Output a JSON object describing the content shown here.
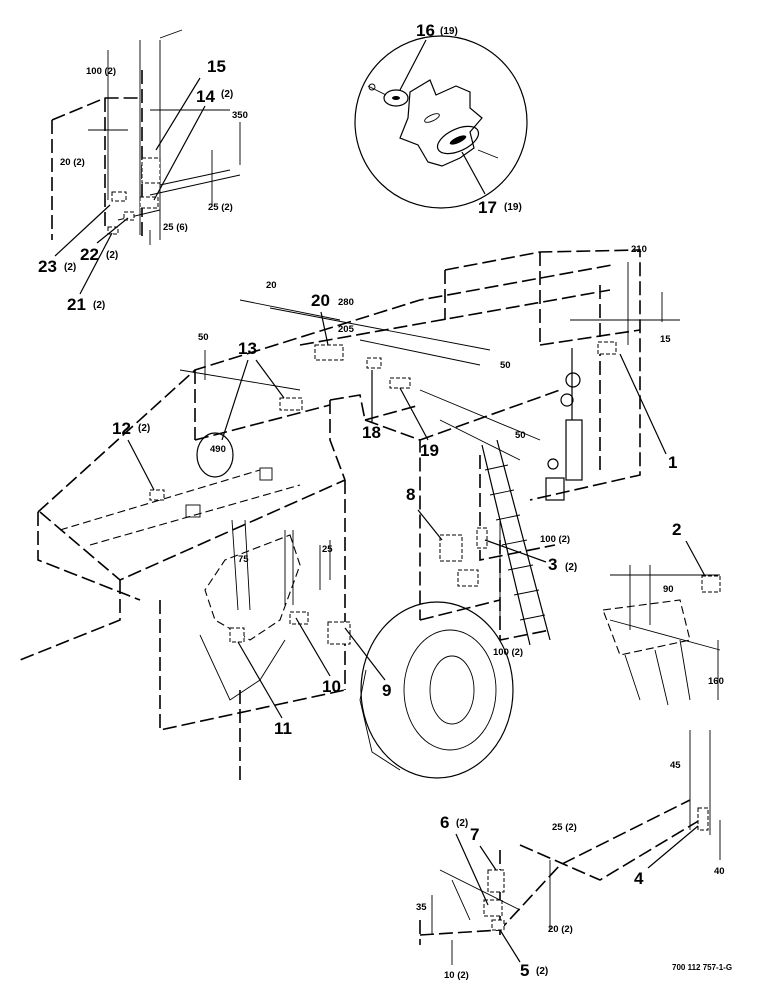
{
  "callouts": [
    {
      "num": "1",
      "qty": ""
    },
    {
      "num": "2",
      "qty": ""
    },
    {
      "num": "3",
      "qty": "(2)"
    },
    {
      "num": "4",
      "qty": ""
    },
    {
      "num": "5",
      "qty": "(2)"
    },
    {
      "num": "6",
      "qty": "(2)"
    },
    {
      "num": "7",
      "qty": ""
    },
    {
      "num": "8",
      "qty": ""
    },
    {
      "num": "9",
      "qty": ""
    },
    {
      "num": "10",
      "qty": ""
    },
    {
      "num": "11",
      "qty": ""
    },
    {
      "num": "12",
      "qty": "(2)"
    },
    {
      "num": "13",
      "qty": ""
    },
    {
      "num": "14",
      "qty": "(2)"
    },
    {
      "num": "15",
      "qty": ""
    },
    {
      "num": "16",
      "qty": "(19)"
    },
    {
      "num": "17",
      "qty": "(19)"
    },
    {
      "num": "18",
      "qty": ""
    },
    {
      "num": "19",
      "qty": ""
    },
    {
      "num": "20",
      "qty": ""
    },
    {
      "num": "21",
      "qty": "(2)"
    },
    {
      "num": "22",
      "qty": "(2)"
    },
    {
      "num": "23",
      "qty": "(2)"
    }
  ],
  "dimensions": [
    "100 (2)",
    "350",
    "20 (2)",
    "25 (2)",
    "25 (6)",
    "210",
    "15",
    "20",
    "280",
    "205",
    "50",
    "50",
    "50",
    "490",
    "100 (2)",
    "25",
    "75",
    "90",
    "160",
    "100 (2)",
    "45",
    "25 (2)",
    "35",
    "20 (2)",
    "10 (2)",
    "40"
  ],
  "reference_number": "700 112 757-1-G"
}
